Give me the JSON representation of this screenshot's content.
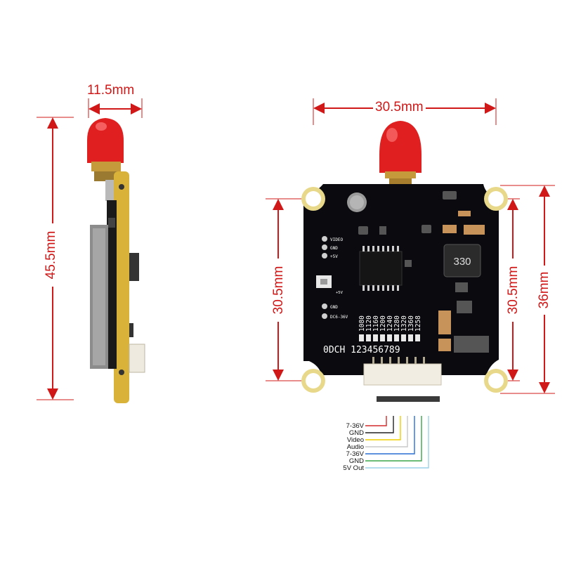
{
  "dimensions": {
    "side_width": "11.5mm",
    "side_height": "45.5mm",
    "board_width": "30.5mm",
    "hole_spacing_v": "30.5mm",
    "hole_spacing_v2": "30.5mm",
    "board_height": "36mm"
  },
  "silkscreen": {
    "pad_labels": [
      "VIDEO",
      "GND",
      "+5V"
    ],
    "mic_label": "+5V",
    "power_gnd": "GND",
    "power_in": "DC6-36V",
    "inductor": "330",
    "frequencies": [
      "1080",
      "1120",
      "1160",
      "1200",
      "1240",
      "1280",
      "1320",
      "1360",
      "1258"
    ],
    "channel_row": "0DCH 123456789"
  },
  "wires": [
    {
      "label": "7-36V",
      "color": "#d42a2a"
    },
    {
      "label": "GND",
      "color": "#222222"
    },
    {
      "label": "Video",
      "color": "#f0d000"
    },
    {
      "label": "Audio",
      "color": "#e8e8e8"
    },
    {
      "label": "7-36V",
      "color": "#2a6fd4"
    },
    {
      "label": "GND",
      "color": "#3aa64a"
    },
    {
      "label": "5V Out",
      "color": "#9ad2e8"
    }
  ],
  "colors": {
    "dimension": "#d01818",
    "pcb": "#0b0b0f",
    "antenna_cap": "#e02020",
    "pcb_edge": "#d9b23a"
  }
}
